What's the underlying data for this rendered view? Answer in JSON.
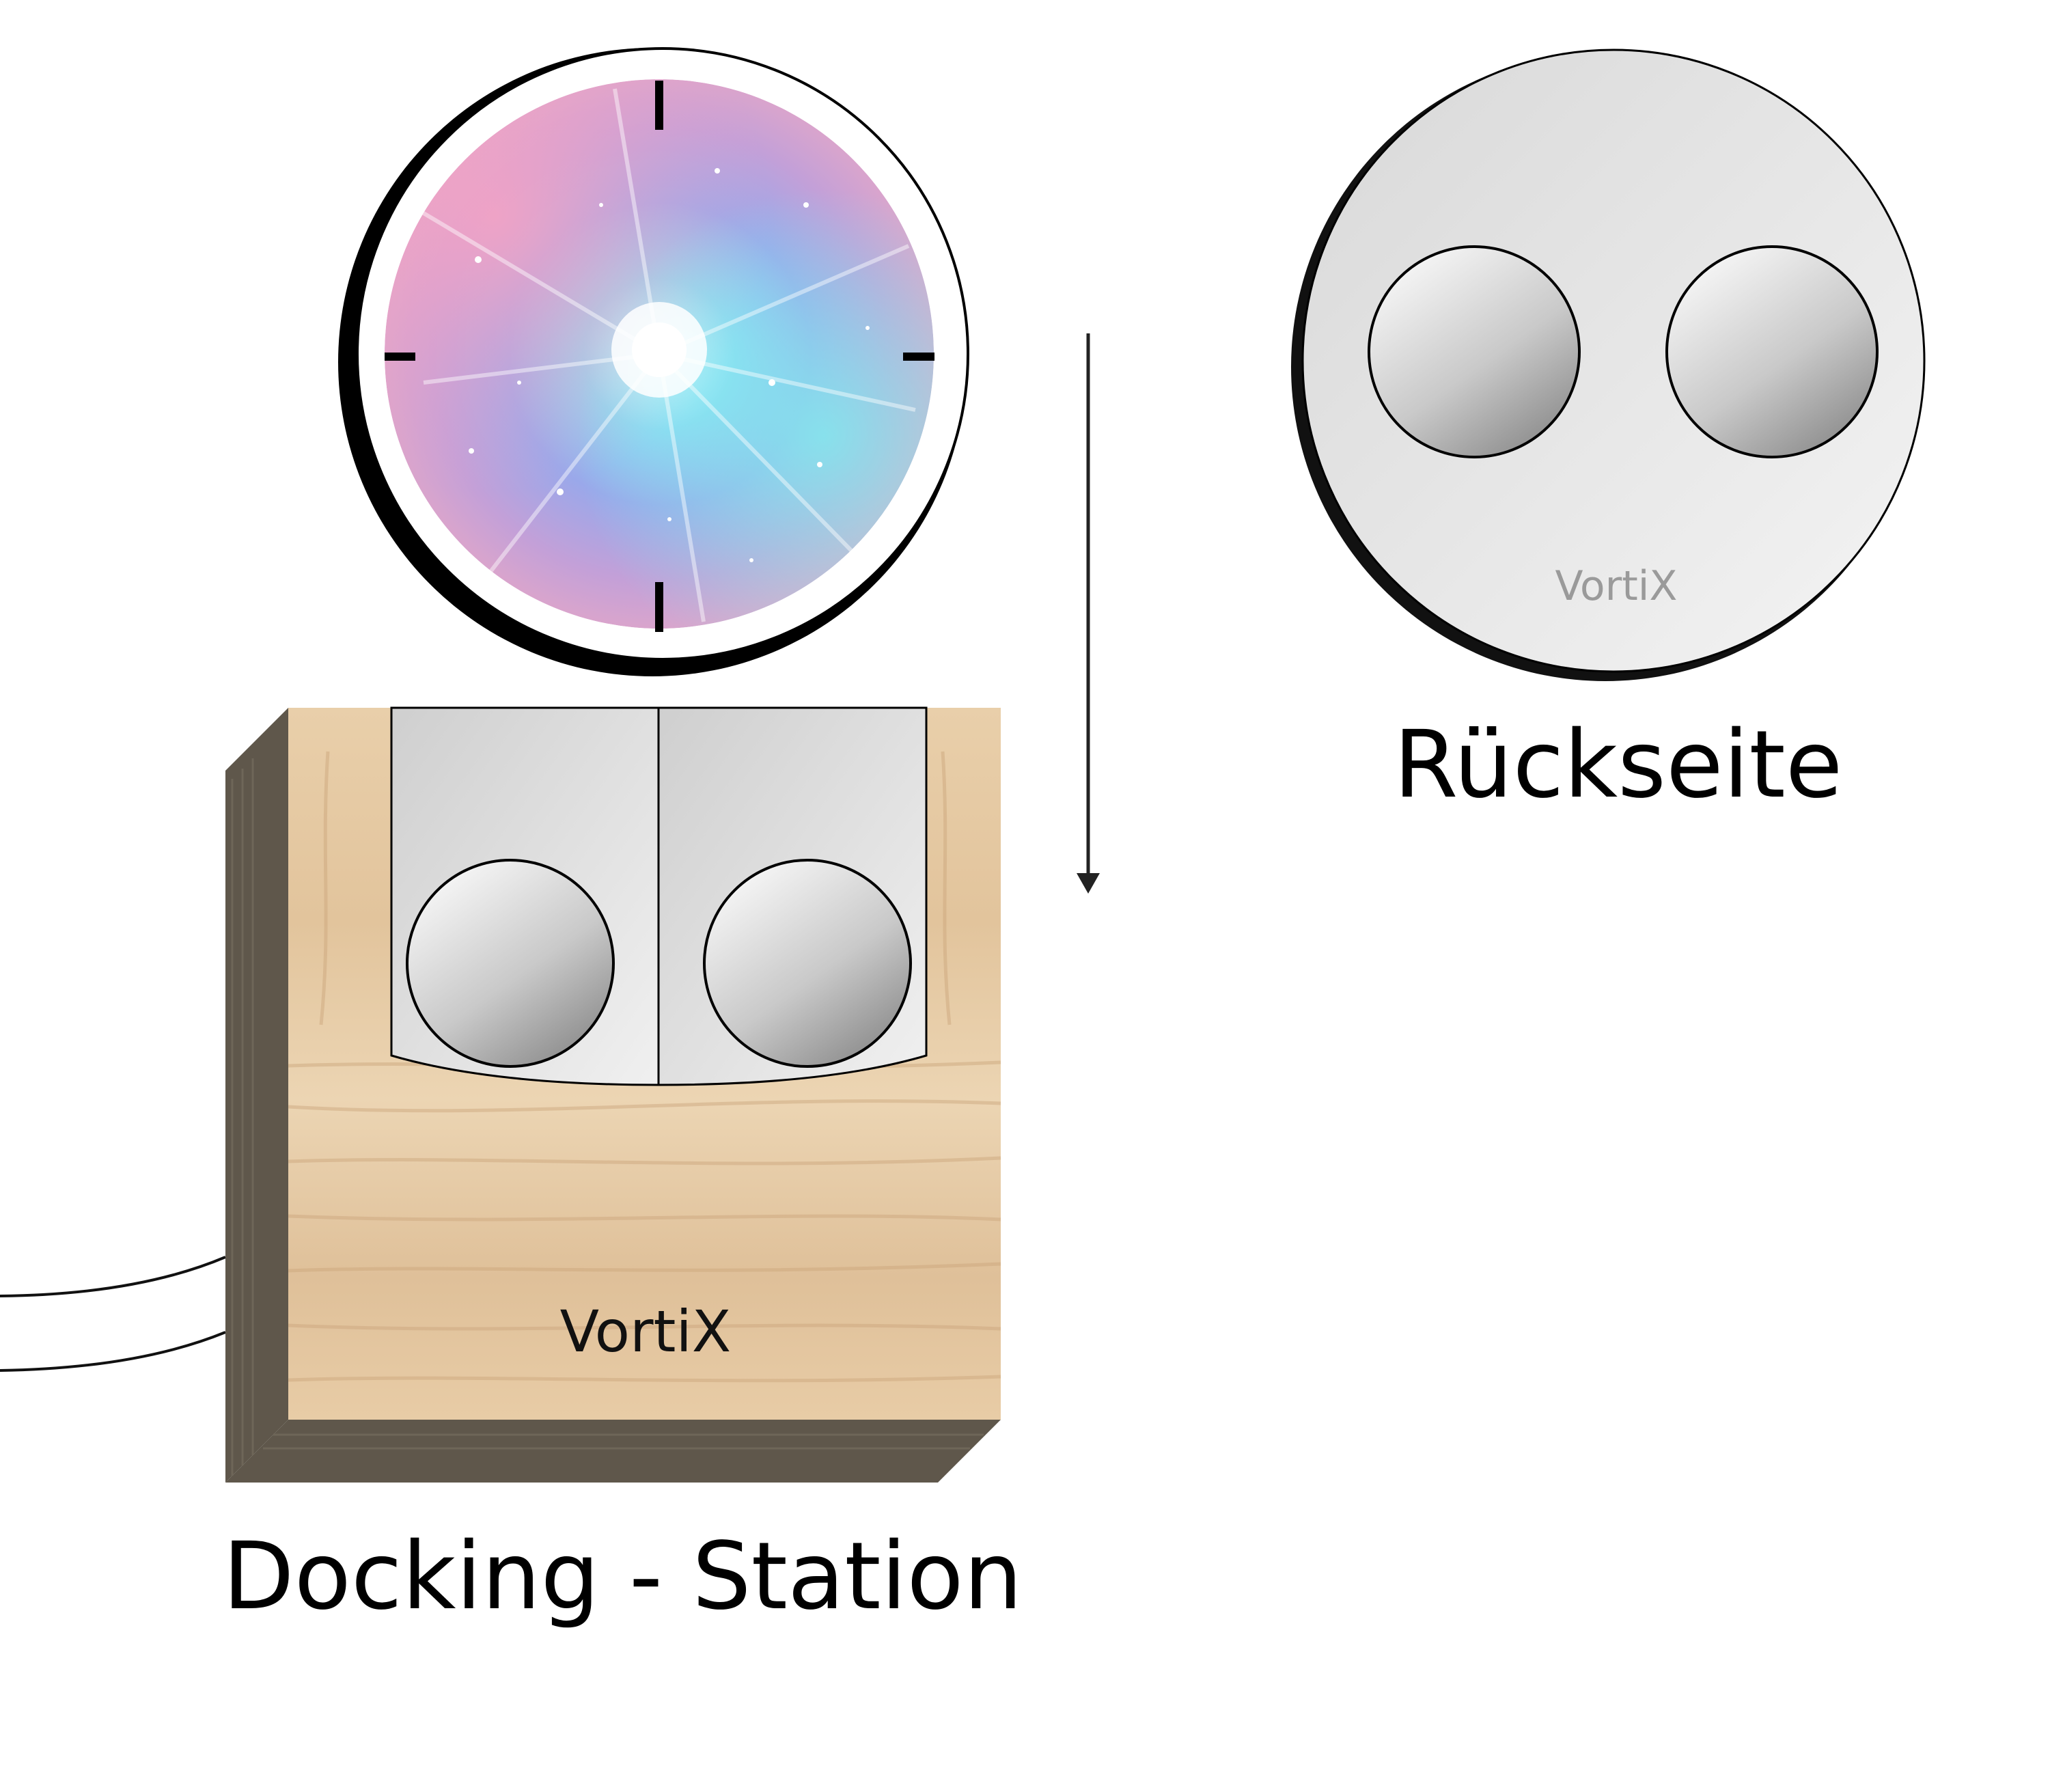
{
  "labels": {
    "back_side": "Rückseite",
    "docking_station": "Docking - Station",
    "brand_on_back": "VortiX",
    "brand_on_dock": "VortiX"
  },
  "colors": {
    "wood": "#e4c9a3",
    "wood_dark": "#5f574b",
    "metal": "#d9d9d9",
    "back_disc": "#e6e6e6",
    "outline": "#111111",
    "arrow": "#222222"
  },
  "icons": {
    "clock_face": "galaxy-clock-face",
    "arrow": "arrow-down-icon"
  }
}
